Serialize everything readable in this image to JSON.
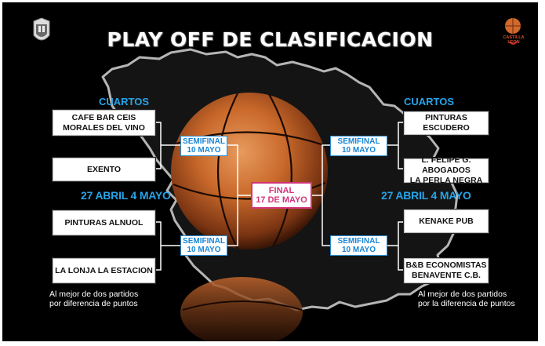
{
  "title": "PLAY OFF DE CLASIFICACION",
  "left": {
    "round_label": "CUARTOS",
    "dates": "27 ABRIL 4 MAYO",
    "teams": [
      [
        "CAFE BAR CEIS",
        "MORALES DEL VINO"
      ],
      [
        "EXENTO"
      ],
      [
        "PINTURAS ALNUOL"
      ],
      [
        "LA LONJA LA ESTACION"
      ]
    ],
    "semifinal_top": {
      "line1": "SEMIFINAL",
      "line2": "10 MAYO"
    },
    "semifinal_bottom": {
      "line1": "SEMIFINAL",
      "line2": "10 MAYO"
    },
    "note": [
      "Al mejor de dos partidos",
      "por diferencia de puntos"
    ]
  },
  "right": {
    "round_label": "CUARTOS",
    "dates": "27 ABRIL 4 MAYO",
    "teams": [
      [
        "PINTURAS ESCUDERO"
      ],
      [
        "L. FELIPE G. ABOGADOS",
        "LA PERLA NEGRA"
      ],
      [
        "KENAKE PUB"
      ],
      [
        "B&B ECONOMISTAS",
        "BENAVENTE C.B."
      ]
    ],
    "semifinal_top": {
      "line1": "SEMIFINAL",
      "line2": "10 MAYO"
    },
    "semifinal_bottom": {
      "line1": "SEMIFINAL",
      "line2": "10 MAYO"
    },
    "note": [
      "Al mejor de dos partidos",
      "por la diferencia de puntos"
    ]
  },
  "final": {
    "line1": "FINAL",
    "line2": "17 DE MAYO"
  },
  "logo_right_text": "CASTILLA LEON",
  "colors": {
    "accent_blue": "#27a4e8",
    "final_pink": "#d2357a",
    "ball_orange": "#c9692b",
    "background": "#000000"
  }
}
